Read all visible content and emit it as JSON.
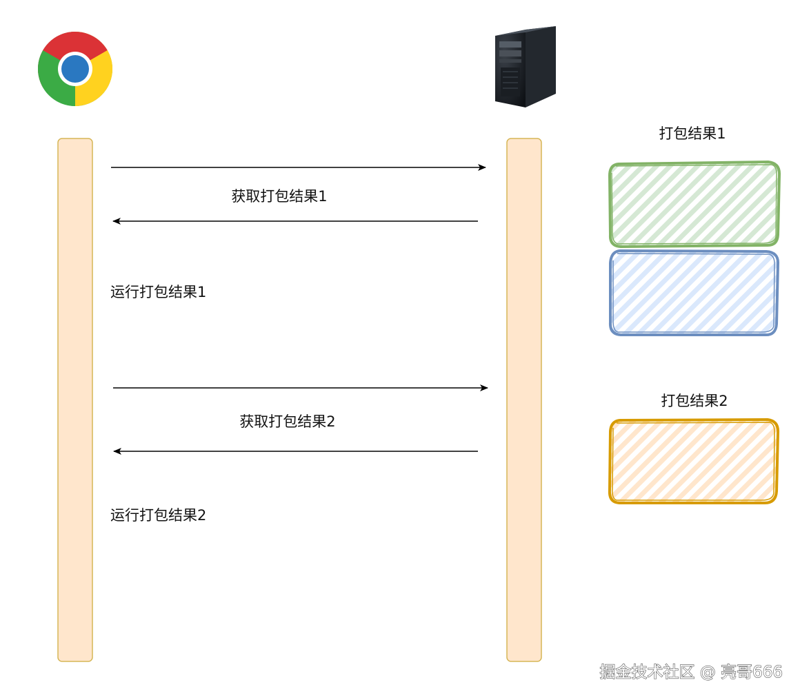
{
  "client": {
    "icon": "chrome-browser-icon"
  },
  "server": {
    "icon": "server-tower-icon"
  },
  "messages": [
    {
      "direction": "request",
      "label": ""
    },
    {
      "direction": "response",
      "label": "获取打包结果1"
    },
    {
      "direction": "request",
      "label": ""
    },
    {
      "direction": "response",
      "label": "获取打包结果2"
    }
  ],
  "client_notes": [
    "运行打包结果1",
    "运行打包结果2"
  ],
  "bundles": {
    "bundle1_label": "打包结果1",
    "bundle2_label": "打包结果2",
    "colors": {
      "green_stroke": "#82b366",
      "green_fill": "#d5e8d4",
      "blue_stroke": "#6c8ebf",
      "blue_fill": "#dae8fc",
      "orange_stroke": "#d79b00",
      "orange_fill": "#ffe6cc"
    }
  },
  "lifeline_colors": {
    "fill": "#ffe6cc",
    "stroke": "#d6b656"
  },
  "watermark": "掘金技术社区 @ 亮哥666"
}
